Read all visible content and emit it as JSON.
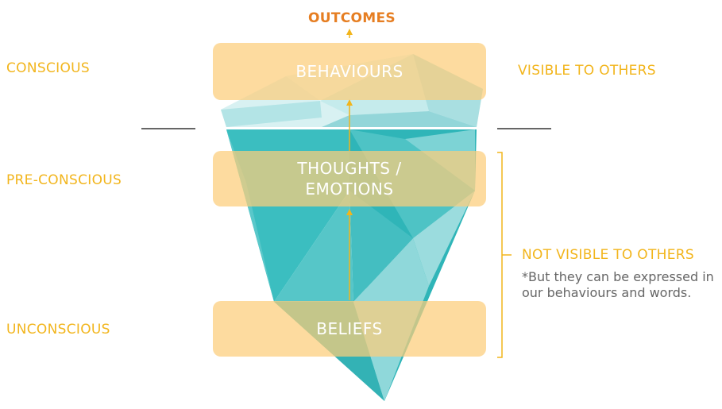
{
  "outcomes_label": "OUTCOMES",
  "levels": {
    "conscious": "CONSCIOUS",
    "pre_conscious": "PRE-CONSCIOUS",
    "unconscious": "UNCONSCIOUS"
  },
  "boxes": {
    "behaviours": "BEHAVIOURS",
    "thoughts_line1": "THOUGHTS /",
    "thoughts_line2": "EMOTIONS",
    "beliefs": "BELIEFS"
  },
  "visibility": {
    "visible": "VISIBLE TO OTHERS",
    "not_visible": "NOT VISIBLE TO OTHERS",
    "note": "*But they can be expressed in our behaviours and words."
  },
  "colors": {
    "level_text": "#f2b51c",
    "outcomes_text": "#e67e22",
    "box_fill": "#fccd7a",
    "iceberg_deep": "#2fb5b8",
    "iceberg_light": "#a8e0e2",
    "arrow": "#f2b51c",
    "note_text": "#666666"
  }
}
